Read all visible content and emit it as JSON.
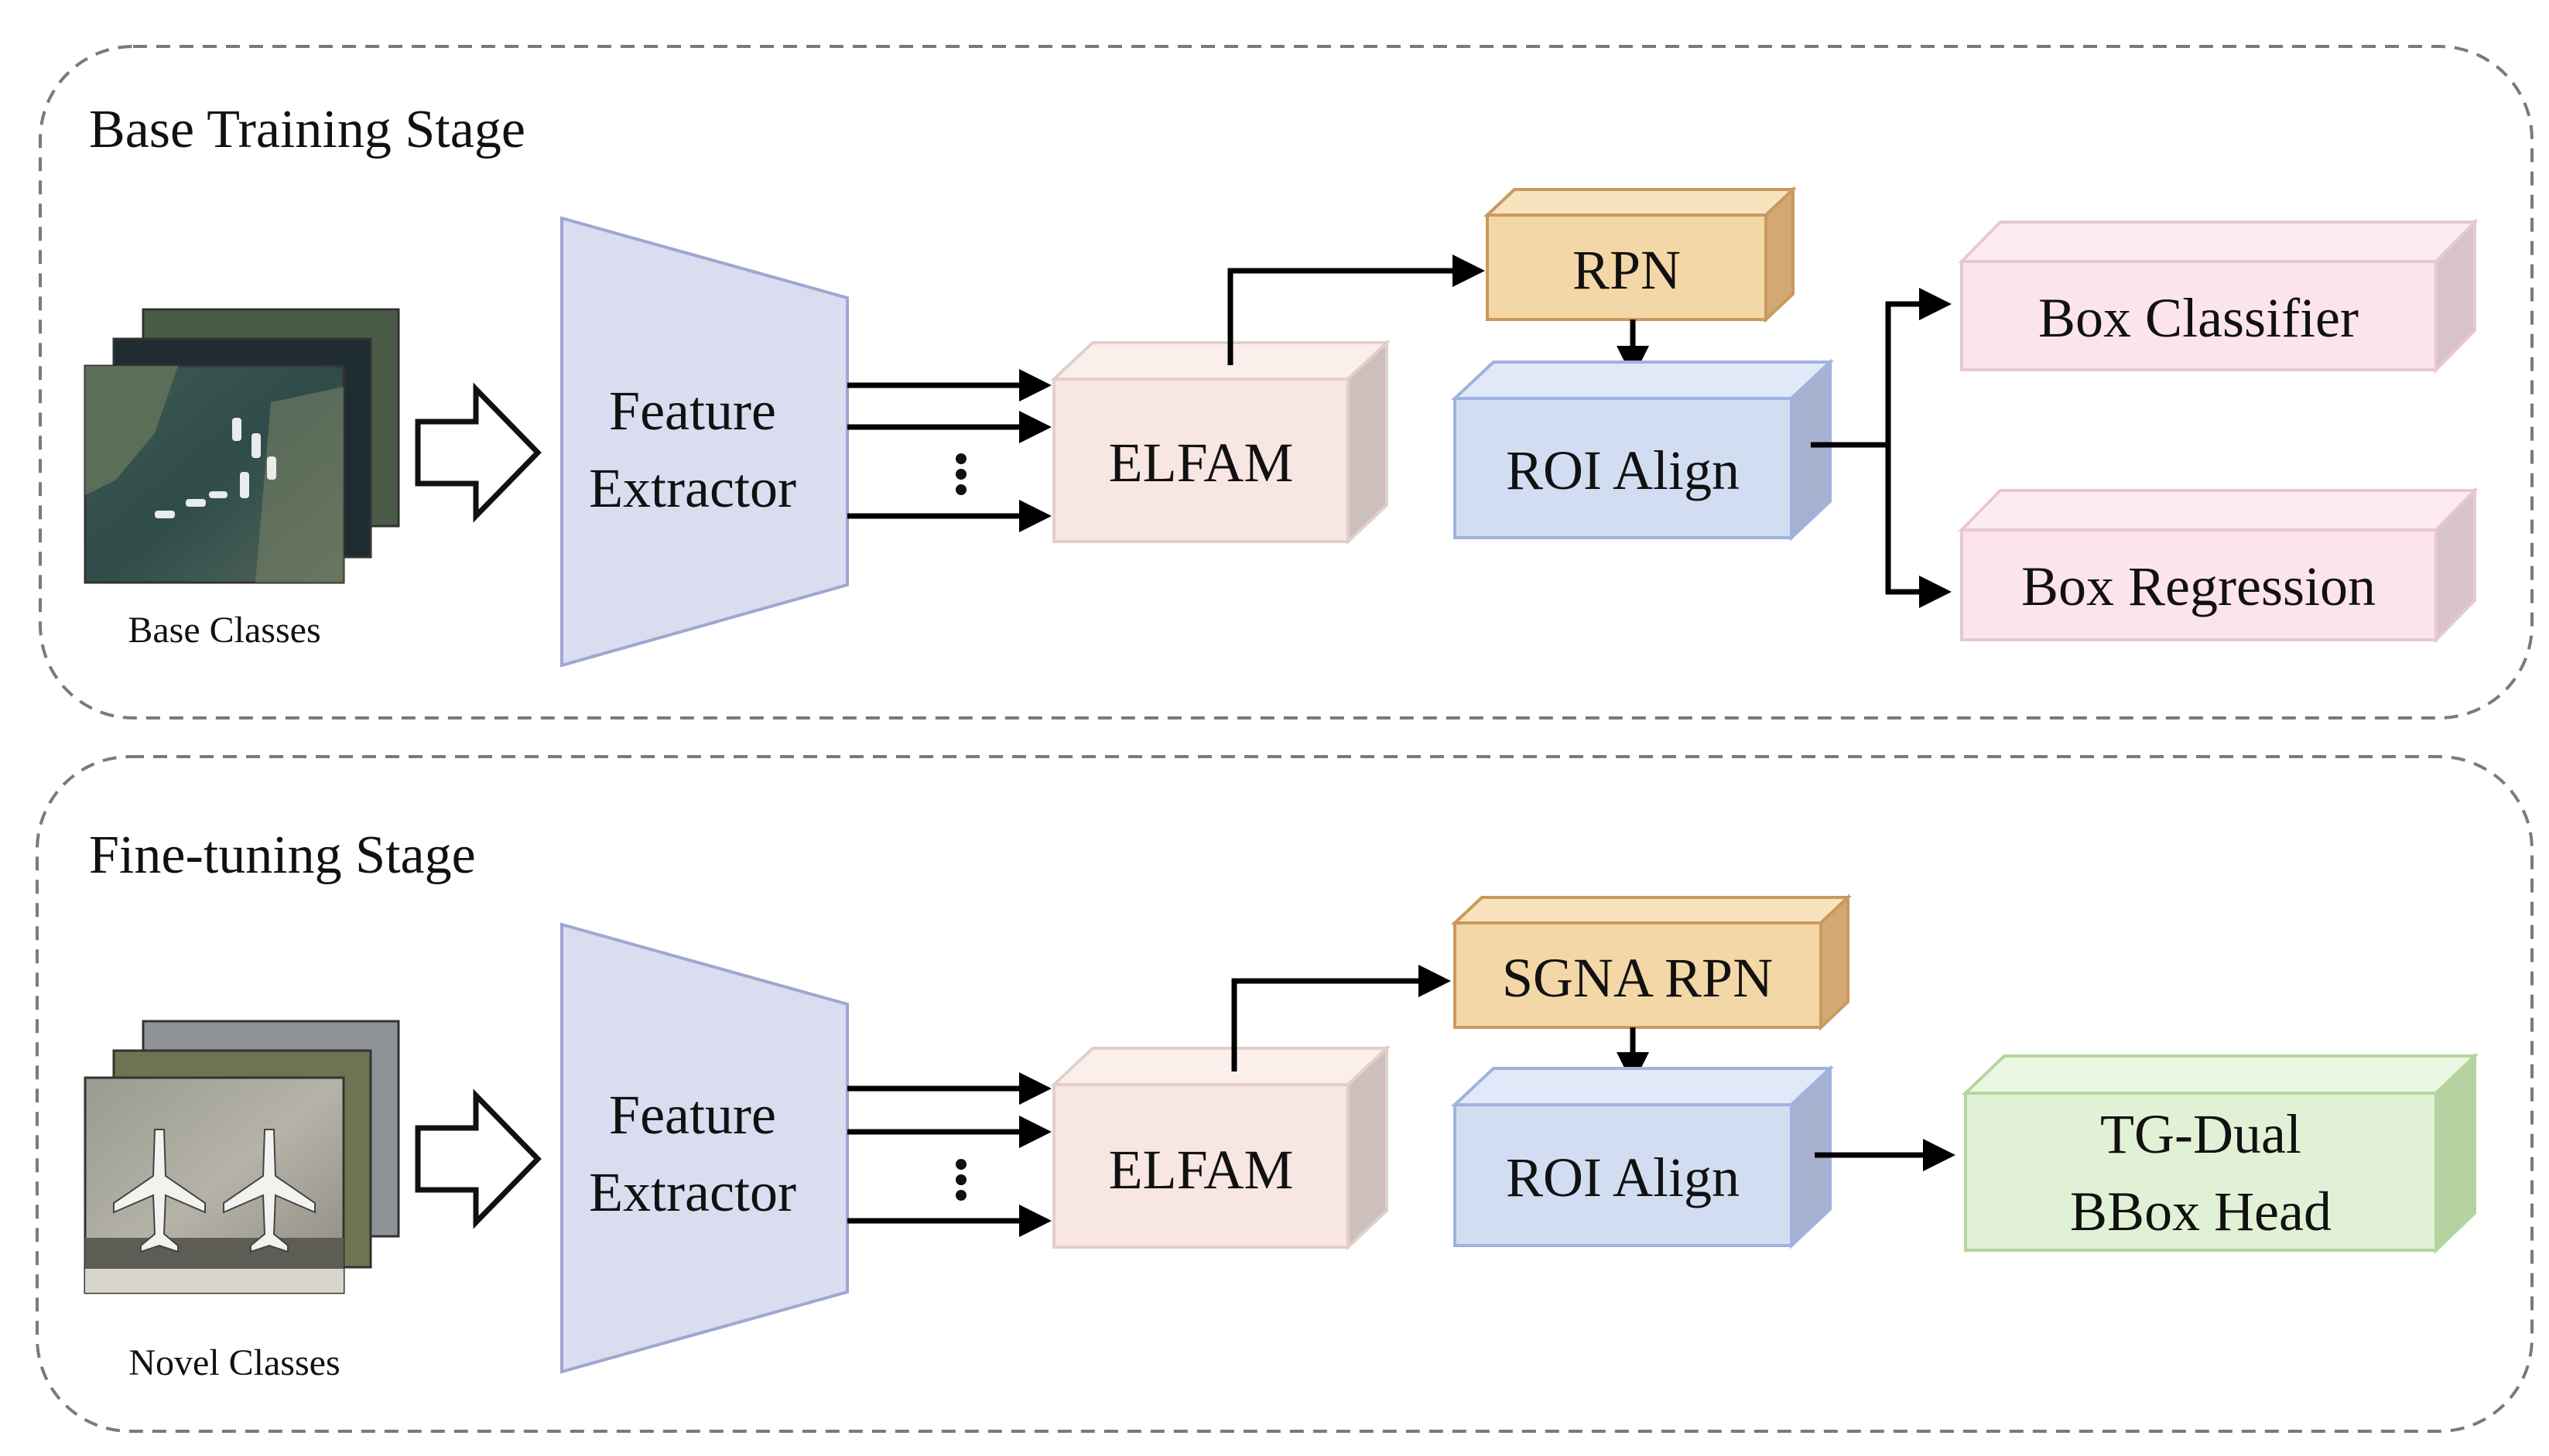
{
  "stages": [
    {
      "title": "Base Training Stage",
      "images_caption": "Base Classes",
      "feature_extractor": [
        "Feature",
        "Extractor"
      ],
      "elfam": "ELFAM",
      "rpn": "RPN",
      "roi_align": "ROI Align",
      "heads": [
        "Box Classifier",
        "Box Regression"
      ]
    },
    {
      "title": "Fine-tuning Stage",
      "images_caption": "Novel Classes",
      "feature_extractor": [
        "Feature",
        "Extractor"
      ],
      "elfam": "ELFAM",
      "rpn": "SGNA RPN",
      "roi_align": "ROI Align",
      "heads_multiline": [
        "TG-Dual",
        "BBox Head"
      ]
    }
  ],
  "colors": {
    "extractor_fill": "#dadcef",
    "extractor_stroke": "#9fa6d2",
    "elfam_front": "#f8e6e2",
    "elfam_top": "#fbefec",
    "elfam_side": "#cdbfbb",
    "elfam_stroke": "#e2cfca",
    "rpn_front": "#f4d7a6",
    "rpn_top": "#f8e3bf",
    "rpn_side": "#d3a872",
    "rpn_stroke": "#c9995d",
    "roi_front": "#d3ddf2",
    "roi_top": "#e1e8f7",
    "roi_side": "#a6b1cf",
    "roi_stroke": "#9fb2e0",
    "head_front": "#fbe4ea",
    "head_top": "#fcecf0",
    "head_side": "#d7c3c8",
    "head_stroke": "#e8c8d0",
    "tg_front": "#e1f1d6",
    "tg_top": "#ebf6e3",
    "tg_side": "#b5d1a0",
    "tg_stroke": "#b3d69d"
  }
}
